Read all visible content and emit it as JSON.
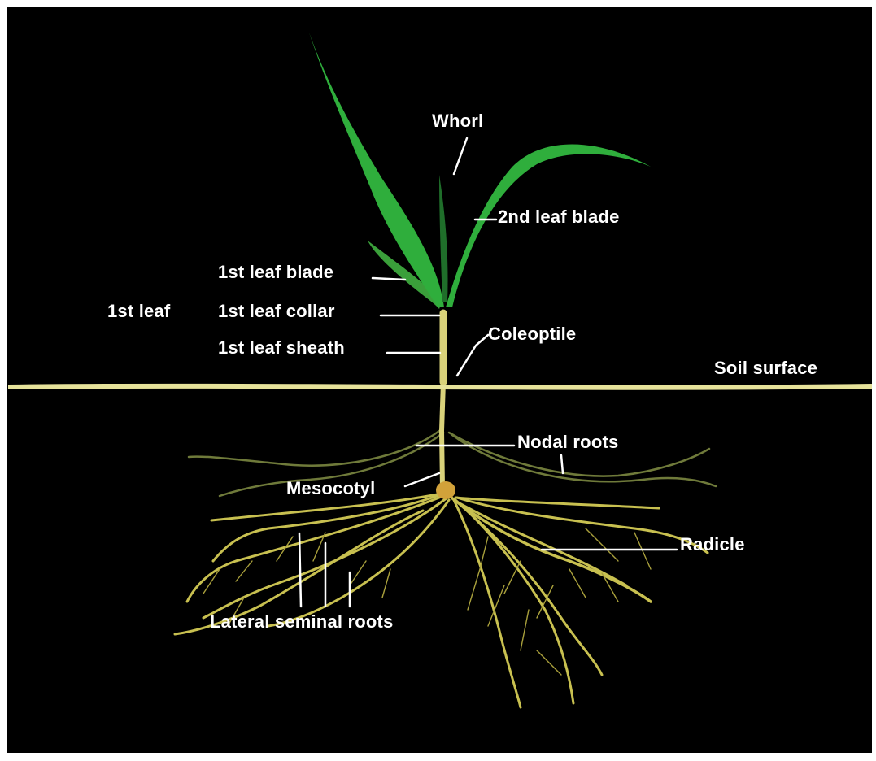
{
  "colors": {
    "background": "#000000",
    "label_text": "#ffffff",
    "leaf_green": "#2fae3c",
    "stem_yellow": "#d9d27a",
    "soil_line": "#e6e29a",
    "root_yellow": "#c8c050",
    "seed": "#d2a23a"
  },
  "labels": {
    "whorl": "Whorl",
    "second_leaf_blade": "2nd leaf blade",
    "first_leaf_blade": "1st leaf blade",
    "first_leaf": "1st leaf",
    "first_leaf_collar": "1st leaf collar",
    "first_leaf_sheath": "1st leaf sheath",
    "coleoptile": "Coleoptile",
    "soil_surface": "Soil surface",
    "nodal_roots": "Nodal roots",
    "mesocotyl": "Mesocotyl",
    "radicle": "Radicle",
    "lateral_seminal_roots": "Lateral seminal roots"
  }
}
